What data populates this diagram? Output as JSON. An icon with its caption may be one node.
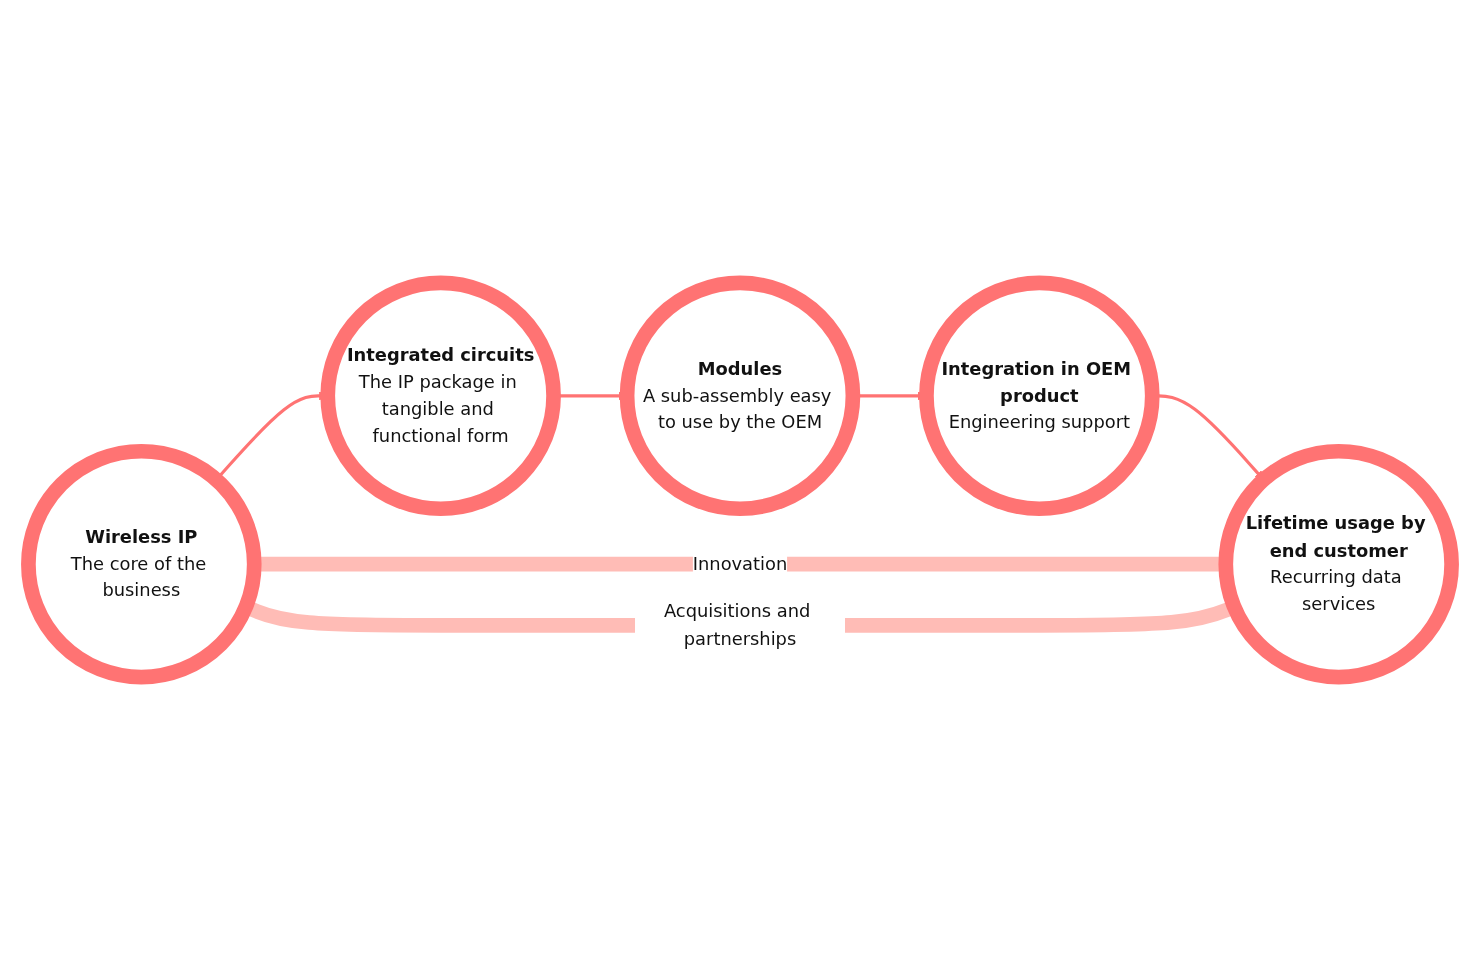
{
  "diagram": {
    "nodes": [
      {
        "text": [
          "Wireless IP",
          "The core of the business"
        ]
      },
      {
        "text": [
          "Integrated circuits",
          "The IP package in tangible and functional form"
        ]
      },
      {
        "text": [
          "Modules",
          "A sub-assembly easy to use by the OEM"
        ]
      },
      {
        "text": [
          "Integration in OEM product",
          "Engineering support"
        ]
      },
      {
        "text": [
          "Lifetime usage by end customer",
          "Recurring data services"
        ]
      }
    ],
    "edges": [
      {
        "from": 0,
        "to": 1,
        "arrow": "to"
      },
      {
        "from": 1,
        "to": 2,
        "arrow": "to"
      },
      {
        "from": 2,
        "to": 3,
        "arrow": "to"
      },
      {
        "from": 3,
        "to": 4,
        "arrow": "to"
      },
      {
        "from": 4,
        "to": 0,
        "arrow": "to",
        "label": "Innovation",
        "style": "thick",
        "color": "#ffbcb6"
      },
      {
        "from": 4,
        "to": 0,
        "arrow": "to",
        "label": "Acquisitions and partnerships",
        "style": "thick",
        "color": "#ffbcb6"
      }
    ]
  }
}
